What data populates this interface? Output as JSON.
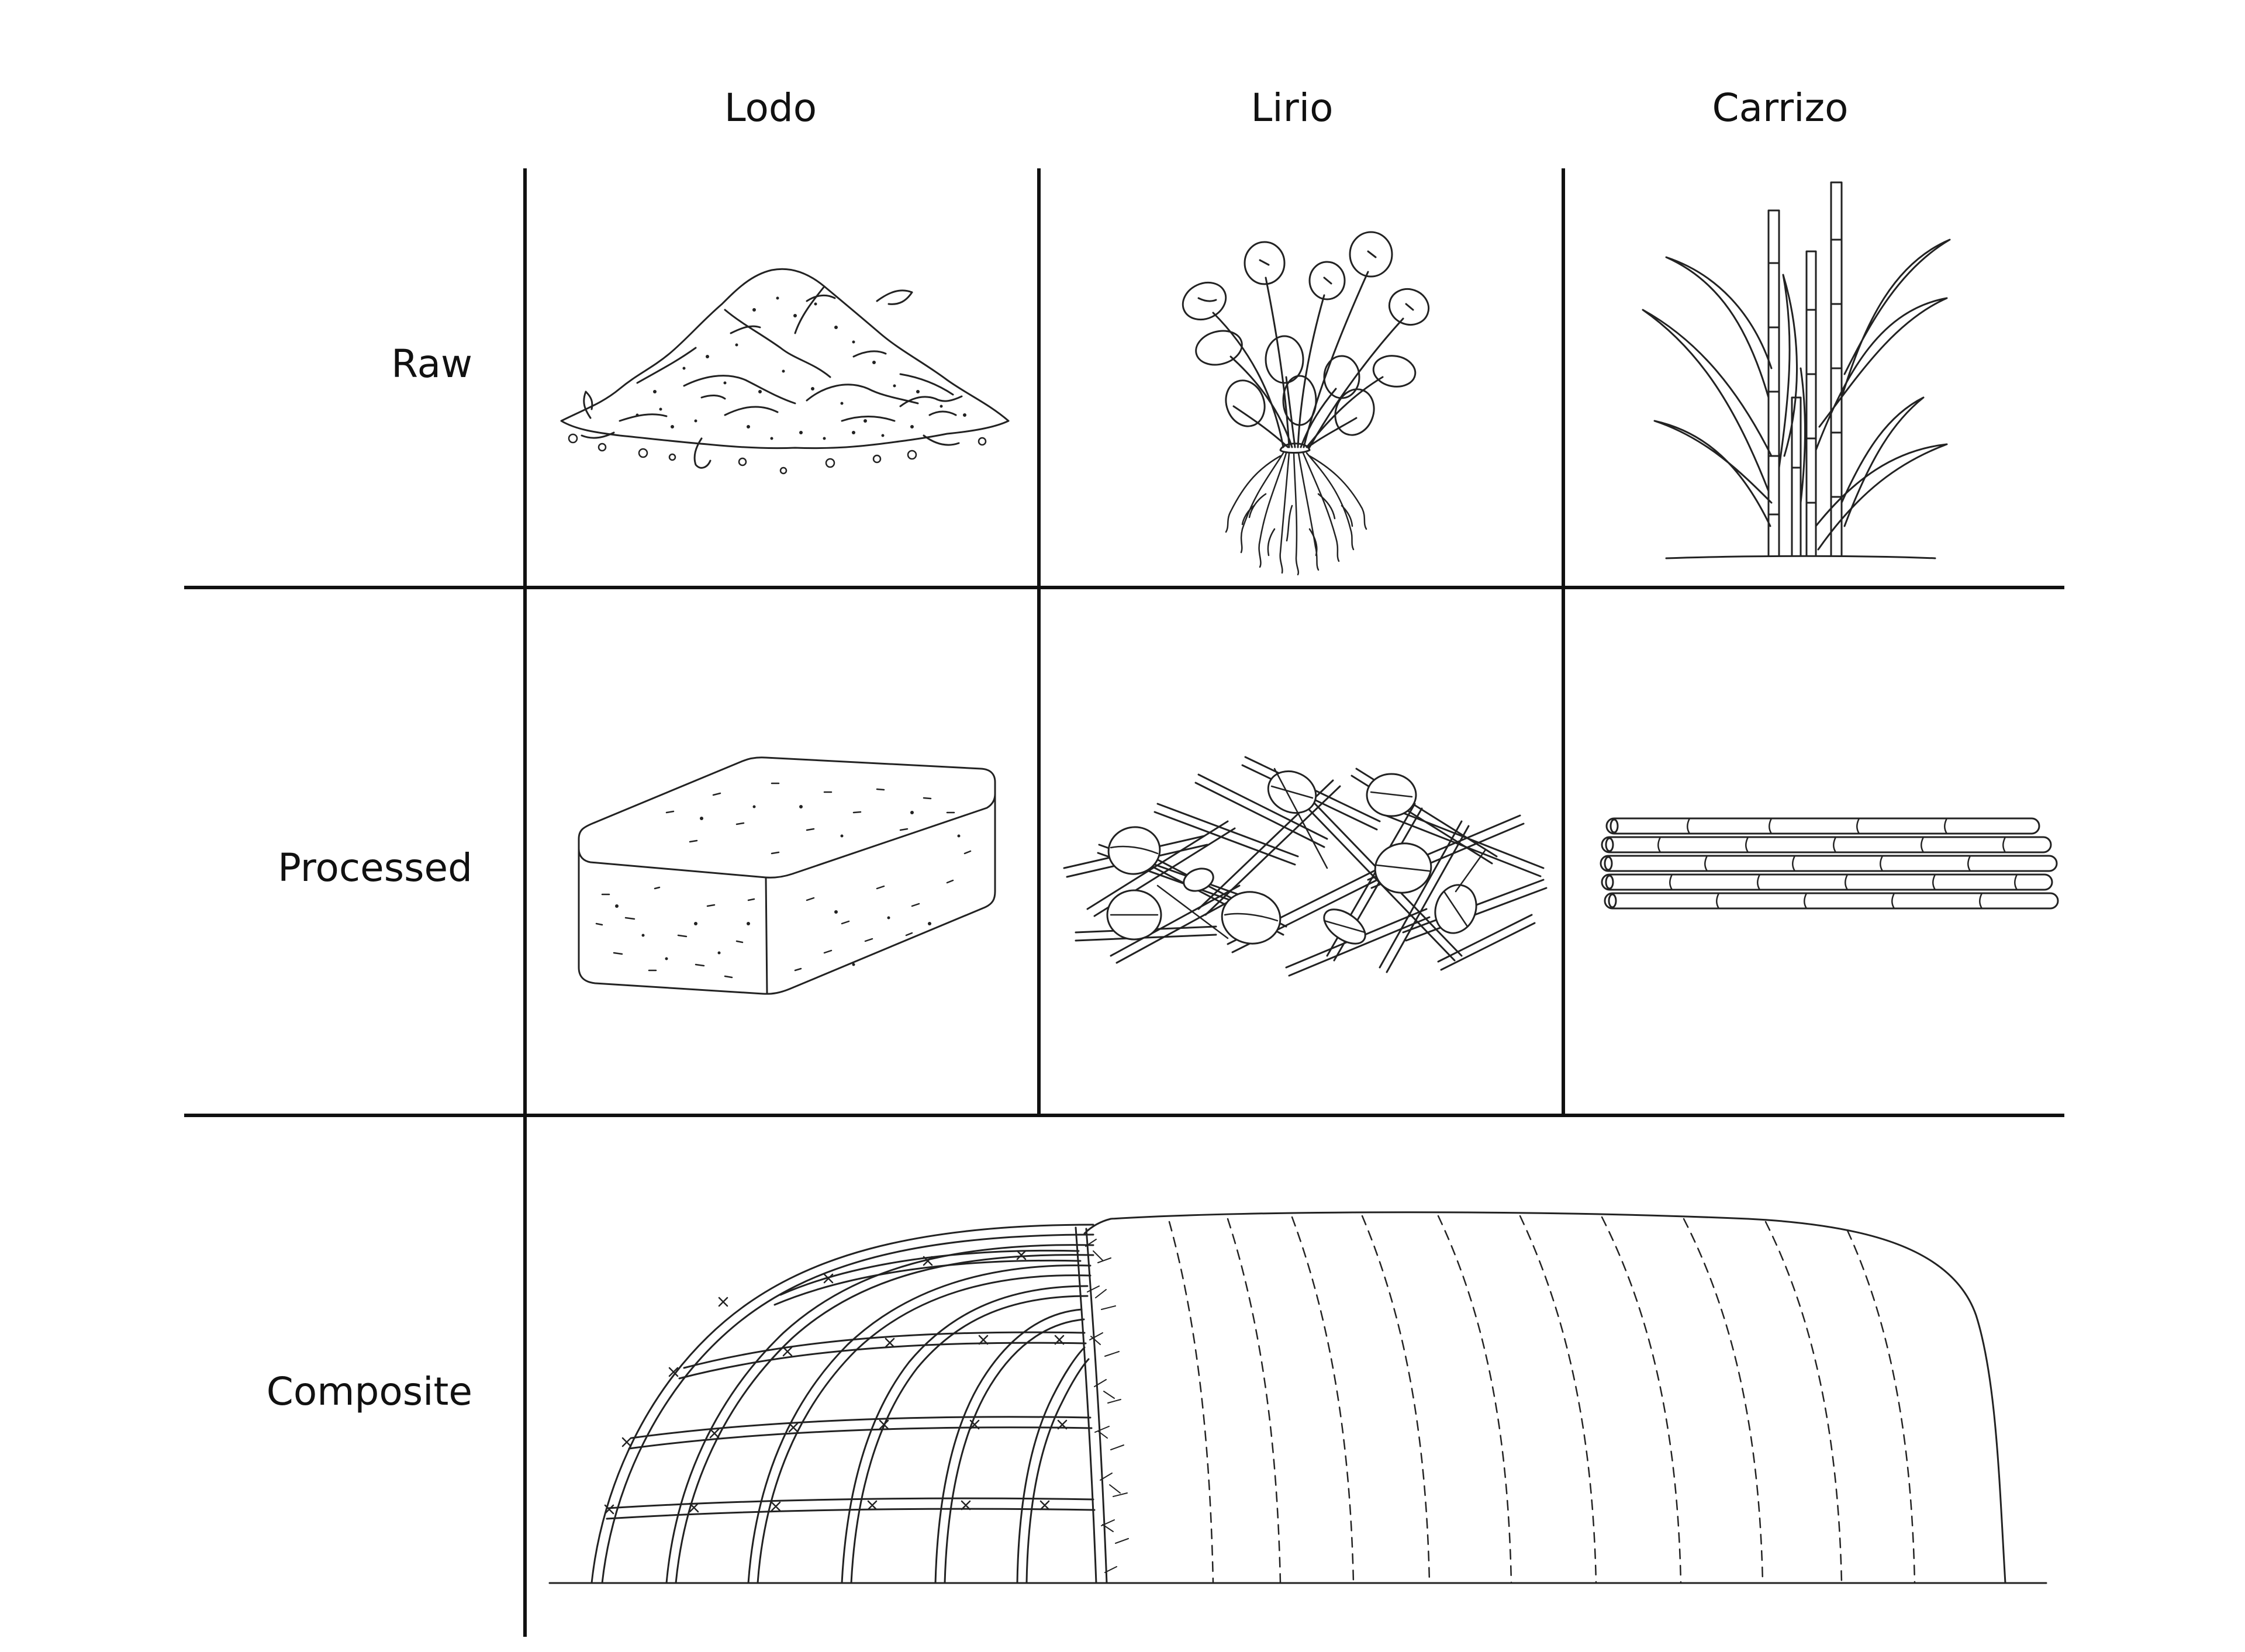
{
  "columns": [
    {
      "label": "Lodo"
    },
    {
      "label": "Lirio"
    },
    {
      "label": "Carrizo"
    }
  ],
  "rows": [
    {
      "label": "Raw"
    },
    {
      "label": "Processed"
    },
    {
      "label": "Composite"
    }
  ],
  "illustrations": {
    "raw": [
      "mud-pile-icon",
      "water-hyacinth-plant-icon",
      "reed-stalks-icon"
    ],
    "processed": [
      "mud-brick-icon",
      "hyacinth-fiber-pile-icon",
      "reed-bundle-icon"
    ],
    "composite": "dome-structure-icon"
  },
  "colors": {
    "line": "#111111",
    "background": "#ffffff"
  }
}
